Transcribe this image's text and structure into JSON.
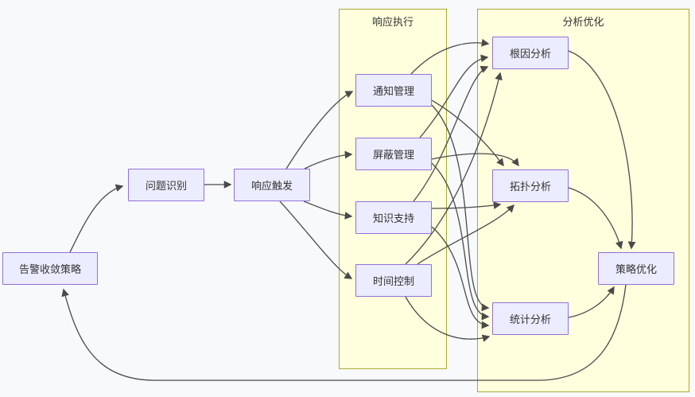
{
  "diagram": {
    "type": "flowchart",
    "direction": "left-to-right",
    "colors": {
      "background": "#f8f9fb",
      "node_fill": "#ECECFF",
      "node_border": "#9370DB",
      "cluster_fill": "#ffffde",
      "cluster_border": "#aaaa33",
      "edge": "#4a4a4a",
      "text": "#333333"
    },
    "clusters": [
      {
        "id": "exec",
        "label": "响应执行"
      },
      {
        "id": "analysis",
        "label": "分析优化"
      }
    ],
    "nodes": [
      {
        "id": "A",
        "label": "告警收敛策略"
      },
      {
        "id": "B",
        "label": "问题识别"
      },
      {
        "id": "C",
        "label": "响应触发"
      },
      {
        "id": "D",
        "label": "通知管理",
        "cluster": "exec"
      },
      {
        "id": "E",
        "label": "屏蔽管理",
        "cluster": "exec"
      },
      {
        "id": "F",
        "label": "知识支持",
        "cluster": "exec"
      },
      {
        "id": "G",
        "label": "时间控制",
        "cluster": "exec"
      },
      {
        "id": "H",
        "label": "根因分析",
        "cluster": "analysis"
      },
      {
        "id": "I",
        "label": "拓扑分析",
        "cluster": "analysis"
      },
      {
        "id": "J",
        "label": "统计分析",
        "cluster": "analysis"
      },
      {
        "id": "K",
        "label": "策略优化",
        "cluster": "analysis"
      }
    ],
    "edges": [
      [
        "A",
        "B"
      ],
      [
        "B",
        "C"
      ],
      [
        "C",
        "D"
      ],
      [
        "C",
        "E"
      ],
      [
        "C",
        "F"
      ],
      [
        "C",
        "G"
      ],
      [
        "D",
        "H"
      ],
      [
        "E",
        "H"
      ],
      [
        "F",
        "H"
      ],
      [
        "G",
        "H"
      ],
      [
        "D",
        "I"
      ],
      [
        "E",
        "I"
      ],
      [
        "F",
        "I"
      ],
      [
        "G",
        "I"
      ],
      [
        "D",
        "J"
      ],
      [
        "E",
        "J"
      ],
      [
        "F",
        "J"
      ],
      [
        "G",
        "J"
      ],
      [
        "H",
        "K"
      ],
      [
        "I",
        "K"
      ],
      [
        "J",
        "K"
      ],
      [
        "K",
        "A"
      ]
    ]
  }
}
